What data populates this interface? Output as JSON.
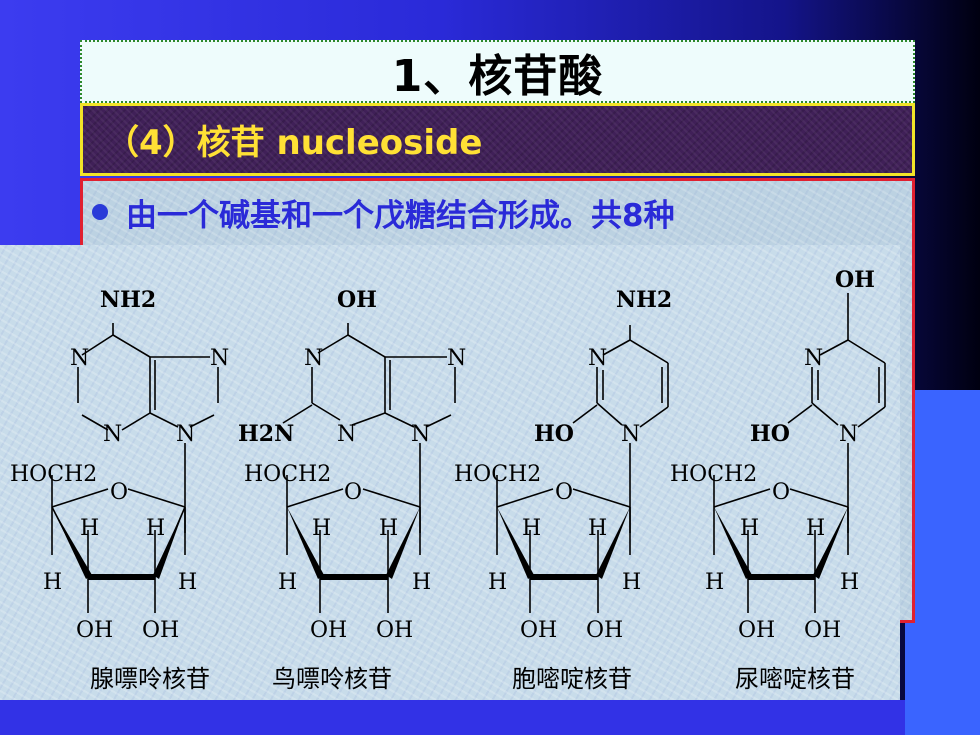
{
  "slide": {
    "title": "1、核苷酸",
    "subtitle": "（4）核苷 nucleoside",
    "bullet": "由一个碱基和一个戊糖结合形成。共8种"
  },
  "molecules": [
    {
      "name": "腺嘌呤核苷",
      "top_group": "NH2",
      "ring_atoms": [
        "N",
        "N",
        "N",
        "N"
      ],
      "sugar": {
        "hoch2": "HOCH2",
        "o": "O",
        "h_labels": [
          "H",
          "H",
          "H",
          "H"
        ],
        "oh_labels": [
          "OH",
          "OH"
        ]
      }
    },
    {
      "name": "鸟嘌呤核苷",
      "top_group": "OH",
      "side_group": "H2N",
      "ring_atoms": [
        "N",
        "N",
        "N",
        "N"
      ],
      "sugar": {
        "hoch2": "HOCH2",
        "o": "O",
        "h_labels": [
          "H",
          "H",
          "H",
          "H"
        ],
        "oh_labels": [
          "OH",
          "OH"
        ]
      }
    },
    {
      "name": "胞嘧啶核苷",
      "top_group": "NH2",
      "side_group": "HO",
      "ring_atoms": [
        "N",
        "N"
      ],
      "sugar": {
        "hoch2": "HOCH2",
        "o": "O",
        "h_labels": [
          "H",
          "H",
          "H",
          "H"
        ],
        "oh_labels": [
          "OH",
          "OH"
        ]
      }
    },
    {
      "name": "尿嘧啶核苷",
      "top_group": "OH",
      "side_group": "HO",
      "ring_atoms": [
        "N",
        "N"
      ],
      "sugar": {
        "hoch2": "HOCH2",
        "o": "O",
        "h_labels": [
          "H",
          "H",
          "H",
          "H"
        ],
        "oh_labels": [
          "OH",
          "OH"
        ]
      }
    }
  ],
  "colors": {
    "title_bg": "#eefcfc",
    "subtitle_bg": "#402058",
    "subtitle_text": "#ffe135",
    "bullet_text": "#2a2ad8",
    "content_border": "#e02030"
  }
}
